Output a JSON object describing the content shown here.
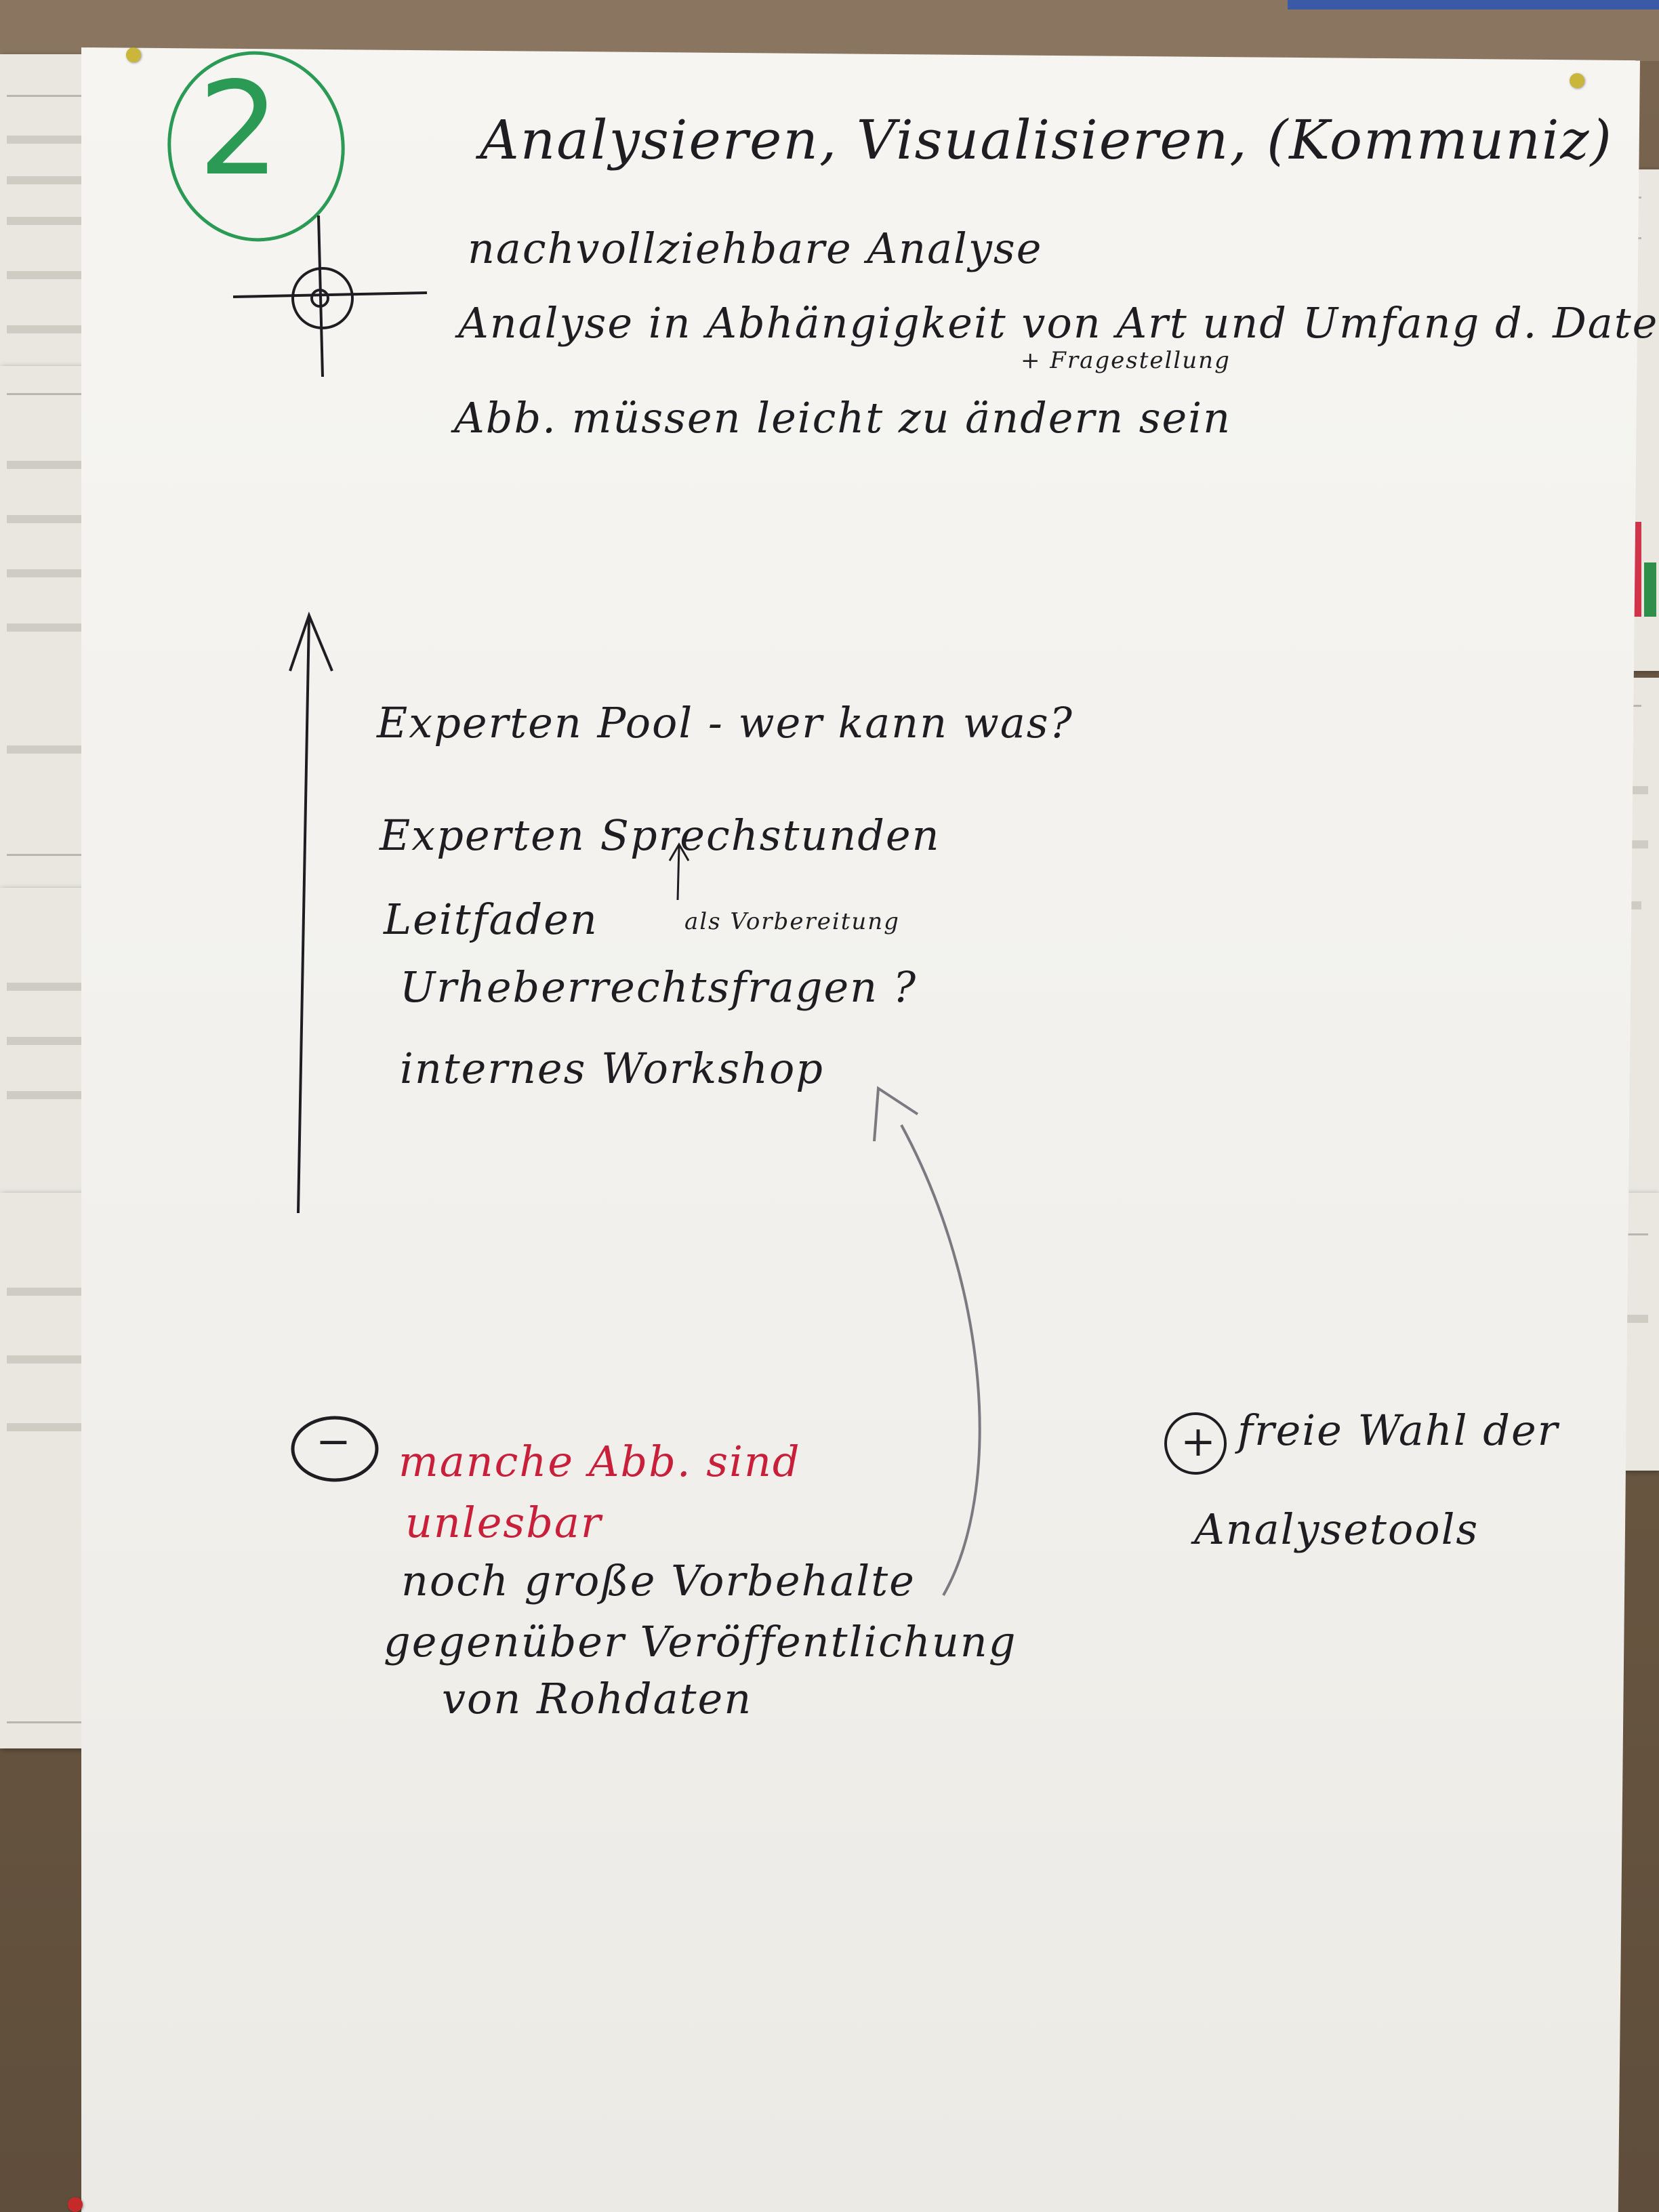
{
  "flipchart": {
    "section_number": "2",
    "title": "Analysieren, Visualisieren, (Kommuniz)",
    "top_notes": [
      "nachvollziehbare Analyse",
      "Analyse in Abhängigkeit von Art und Umfang d. Daten",
      "+ Fragestellung",
      "Abb. müssen leicht zu ändern sein"
    ],
    "middle_notes": [
      "Experten Pool - wer kann was?",
      "Experten Sprechstunden",
      "Leitfaden",
      "als Vorbereitung",
      "Urheberrechtsfragen ?",
      "internes Workshop"
    ],
    "minus_notes": {
      "symbol": "−",
      "red_lines": [
        "manche Abb. sind",
        "unlesbar"
      ],
      "black_lines": [
        "noch große Vorbehalte",
        "gegenüber Veröffentlichung",
        "von Rohdaten"
      ]
    },
    "plus_notes": {
      "symbol": "+",
      "lines": [
        "freie Wahl der",
        "Analysetools"
      ]
    }
  },
  "colors": {
    "marker_black": "#1e1e22",
    "marker_red": "#c8203a",
    "marker_green": "#2a9a55",
    "paper": "#f3f2ee",
    "corkboard": "#6e5b45"
  },
  "icons": [
    "crosshair-sketch-icon",
    "up-arrow-sketch",
    "curved-arrow-sketch",
    "minus-circle-icon",
    "plus-circle-icon"
  ]
}
